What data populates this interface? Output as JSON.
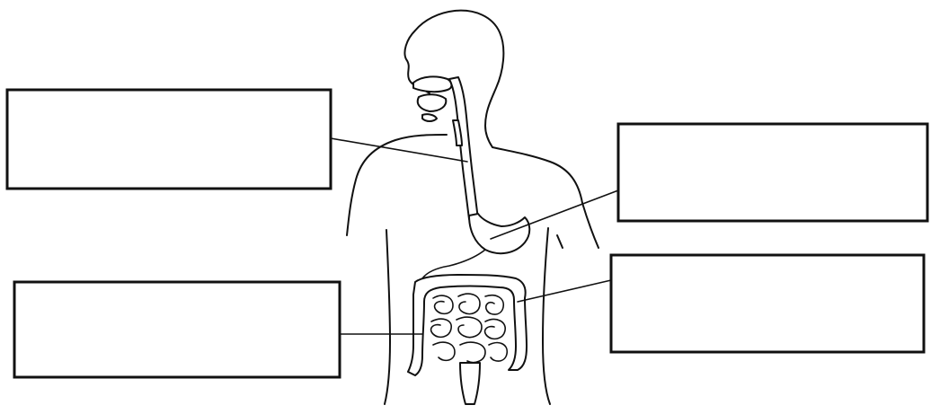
{
  "diagram": {
    "labels": [
      {
        "id": "esophagus-label",
        "text": ""
      },
      {
        "id": "stomach-label",
        "text": ""
      },
      {
        "id": "small-intestine-label",
        "text": ""
      },
      {
        "id": "large-intestine-label",
        "text": ""
      }
    ]
  }
}
